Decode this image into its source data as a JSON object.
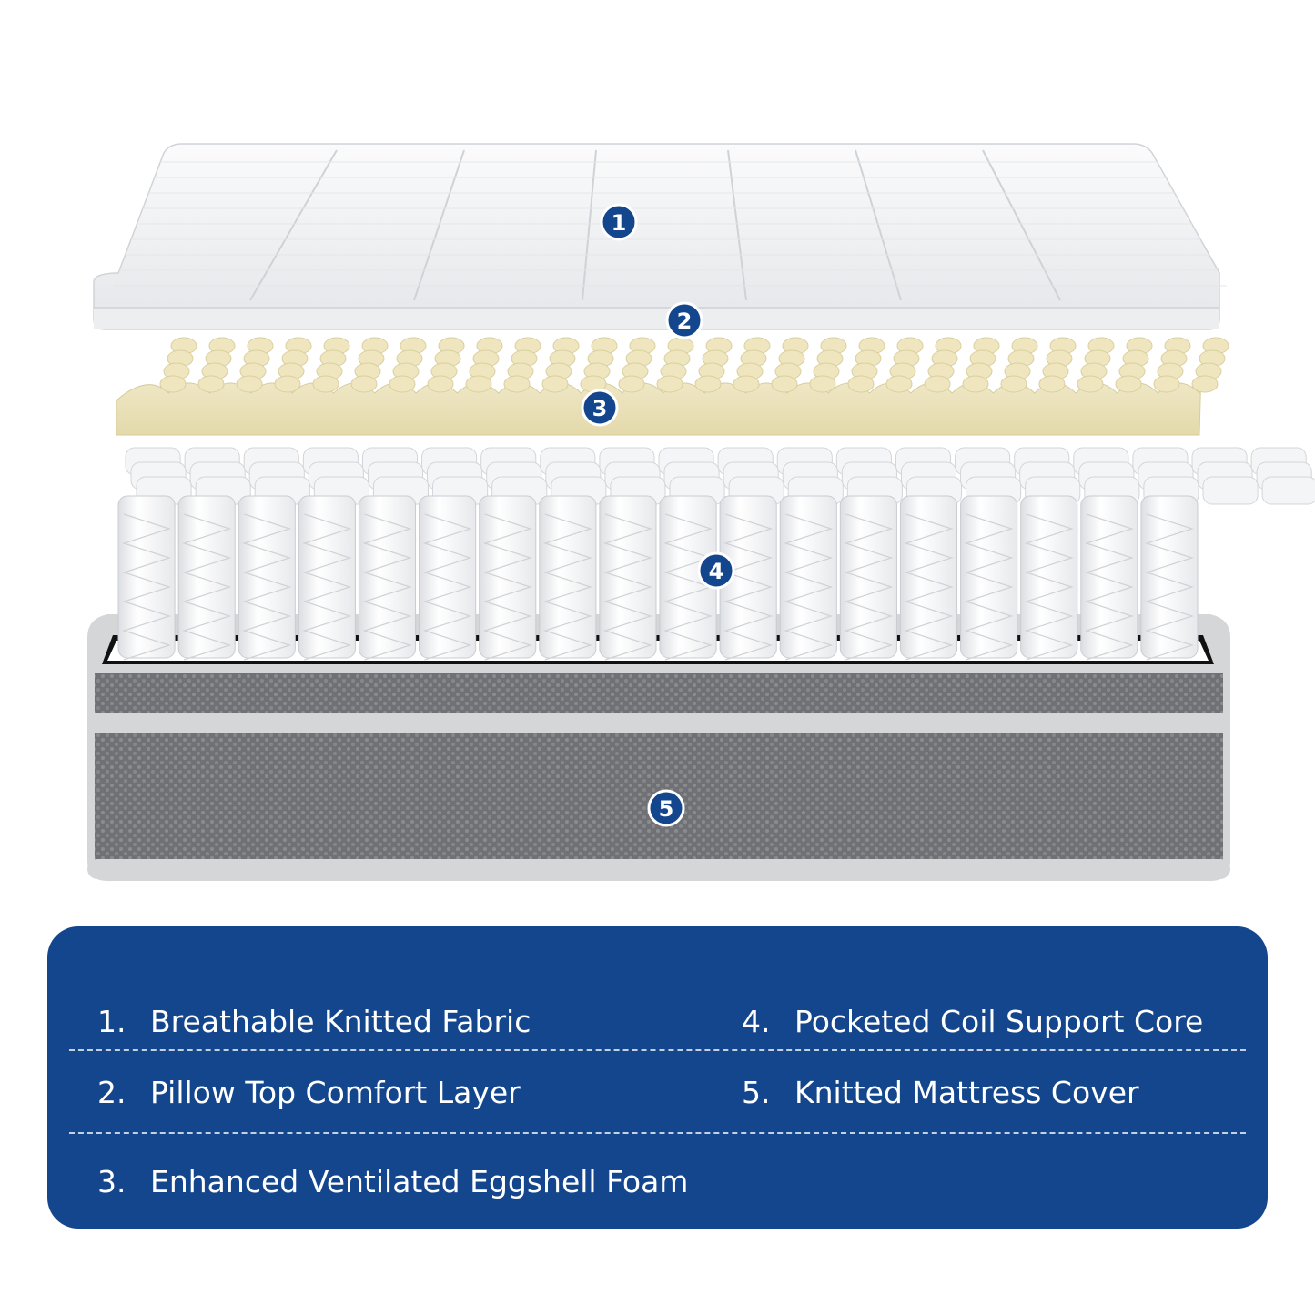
{
  "markers": [
    "1",
    "2",
    "3",
    "4",
    "5"
  ],
  "colors": {
    "panel": "#14468e",
    "marker": "#14468e",
    "fabric": "#f2f3f5",
    "foam": "#efe7c4",
    "cover_gray": "#7b7d80",
    "cover_piping": "#d4d6d8"
  },
  "legend": {
    "items": [
      {
        "num": "1.",
        "label": "Breathable Knitted Fabric"
      },
      {
        "num": "2.",
        "label": "Pillow Top Comfort Layer"
      },
      {
        "num": "3.",
        "label": "Enhanced Ventilated Eggshell Foam"
      },
      {
        "num": "4.",
        "label": "Pocketed Coil Support Core"
      },
      {
        "num": "5.",
        "label": "Knitted Mattress Cover"
      }
    ]
  }
}
